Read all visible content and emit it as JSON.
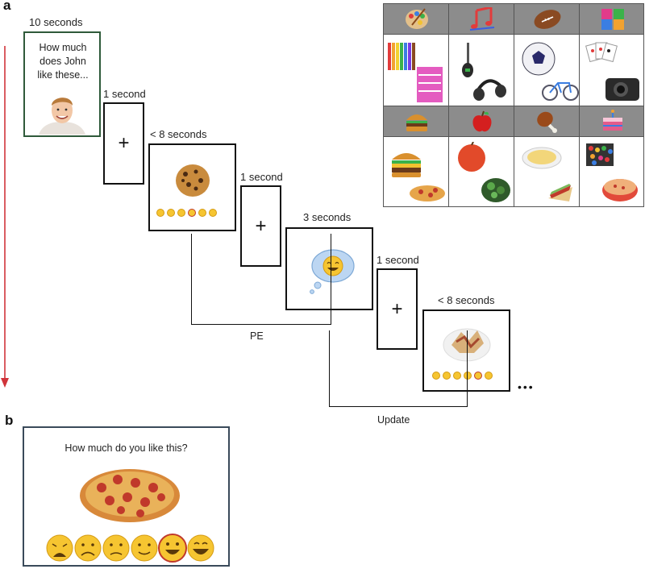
{
  "panel_a": {
    "label": "a",
    "intro": {
      "timing": "10 seconds",
      "prompt": "How much does John like these..."
    },
    "fixation1": {
      "timing": "1 second",
      "symbol": "+"
    },
    "rating1": {
      "timing": "< 8 seconds"
    },
    "fixation2": {
      "timing": "1 second",
      "symbol": "+"
    },
    "feedback": {
      "timing": "3 seconds"
    },
    "fixation3": {
      "timing": "1 second",
      "symbol": "+"
    },
    "rating2": {
      "timing": "< 8 seconds"
    },
    "ellipsis": "•••",
    "pe_label": "PE",
    "update_label": "Update"
  },
  "panel_b": {
    "label": "b",
    "question": "How much do you like this?"
  },
  "colors": {
    "intro_border": "#2f5a3a",
    "time_arrow": "#d0343a",
    "grid_header": "#8c8c8c",
    "face_fill": "#f6c531",
    "selected_ring": "#c0392b"
  }
}
